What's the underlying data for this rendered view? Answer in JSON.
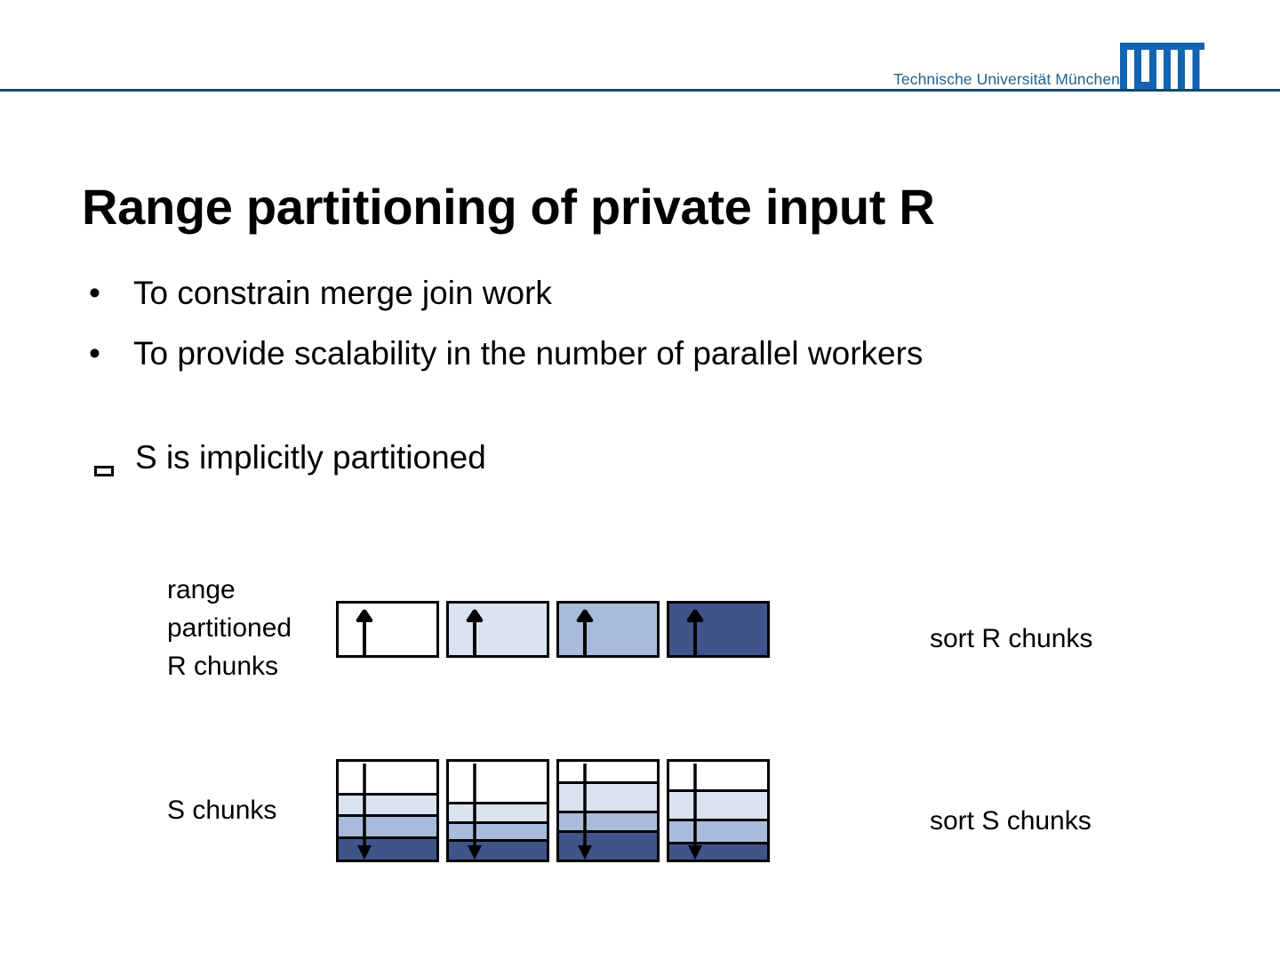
{
  "header": {
    "university": "Technische Universität München",
    "logo_name": "tum-logo",
    "rule_color": "#12496b",
    "text_color": "#23628f"
  },
  "title": "Range partitioning of private input R",
  "bullets": [
    {
      "marker": "•",
      "text": "To constrain merge join work"
    },
    {
      "marker": "•",
      "text": "To provide scalability in the number of parallel workers"
    }
  ],
  "secondary_item": {
    "marker_name": "empty-box-marker",
    "text": "S is implicitly partitioned"
  },
  "diagram": {
    "r_chunks_label": "range\npartitioned\nR chunks",
    "r_chunks_label_lines": [
      "range",
      "partitioned",
      "R chunks"
    ],
    "s_chunks_label": "S chunks",
    "sort_r_label": "sort R chunks",
    "sort_s_label": "sort S chunks",
    "palette": {
      "level0": "#ffffff",
      "level1": "#dbe2f0",
      "level2": "#a9bbdb",
      "level3": "#3f5489",
      "border": "#000000"
    },
    "r_chunks": [
      {
        "fill": "#ffffff",
        "arrow": "up"
      },
      {
        "fill": "#dbe2f0",
        "arrow": "up"
      },
      {
        "fill": "#a9bbdb",
        "arrow": "up"
      },
      {
        "fill": "#3f5489",
        "arrow": "up"
      }
    ],
    "s_chunks": [
      {
        "arrow": "down",
        "bands": [
          {
            "fill": "#ffffff",
            "pct": 35
          },
          {
            "fill": "#dbe2f0",
            "pct": 20
          },
          {
            "fill": "#a9bbdb",
            "pct": 22
          },
          {
            "fill": "#3f5489",
            "pct": 23
          }
        ]
      },
      {
        "arrow": "down",
        "bands": [
          {
            "fill": "#ffffff",
            "pct": 45
          },
          {
            "fill": "#dbe2f0",
            "pct": 18
          },
          {
            "fill": "#a9bbdb",
            "pct": 17
          },
          {
            "fill": "#3f5489",
            "pct": 20
          }
        ]
      },
      {
        "arrow": "down",
        "bands": [
          {
            "fill": "#ffffff",
            "pct": 22
          },
          {
            "fill": "#dbe2f0",
            "pct": 29
          },
          {
            "fill": "#a9bbdb",
            "pct": 19
          },
          {
            "fill": "#3f5489",
            "pct": 30
          }
        ]
      },
      {
        "arrow": "down",
        "bands": [
          {
            "fill": "#ffffff",
            "pct": 31
          },
          {
            "fill": "#dbe2f0",
            "pct": 29
          },
          {
            "fill": "#a9bbdb",
            "pct": 23
          },
          {
            "fill": "#3f5489",
            "pct": 17
          }
        ]
      }
    ]
  }
}
